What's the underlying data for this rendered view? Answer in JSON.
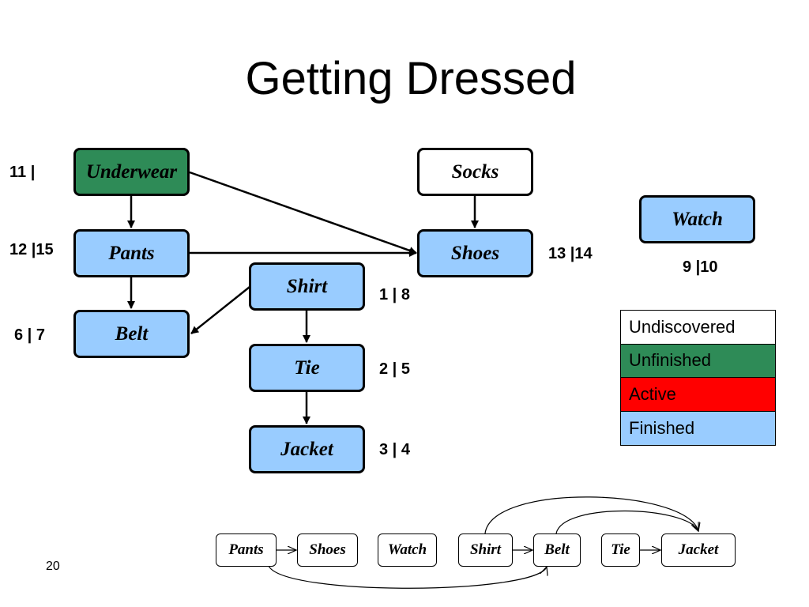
{
  "title": "Getting Dressed",
  "page_number": "20",
  "colors": {
    "undiscovered": "#ffffff",
    "unfinished": "#2e8b57",
    "active": "#ff0000",
    "finished": "#99ccff"
  },
  "nodes": {
    "underwear": {
      "label": "Underwear",
      "state": "unfinished",
      "time": "11 |"
    },
    "socks": {
      "label": "Socks",
      "state": "undiscovered",
      "time": ""
    },
    "watch": {
      "label": "Watch",
      "state": "finished",
      "time": "9 |10"
    },
    "pants": {
      "label": "Pants",
      "state": "finished",
      "time": "12 |15"
    },
    "shoes": {
      "label": "Shoes",
      "state": "finished",
      "time": "13 |14"
    },
    "shirt": {
      "label": "Shirt",
      "state": "finished",
      "time": "1 | 8"
    },
    "belt": {
      "label": "Belt",
      "state": "finished",
      "time": "6 | 7"
    },
    "tie": {
      "label": "Tie",
      "state": "finished",
      "time": "2 | 5"
    },
    "jacket": {
      "label": "Jacket",
      "state": "finished",
      "time": "3 | 4"
    }
  },
  "edges": [
    [
      "underwear",
      "pants"
    ],
    [
      "underwear",
      "shoes"
    ],
    [
      "socks",
      "shoes"
    ],
    [
      "pants",
      "shoes"
    ],
    [
      "pants",
      "belt"
    ],
    [
      "shirt",
      "belt"
    ],
    [
      "shirt",
      "tie"
    ],
    [
      "tie",
      "jacket"
    ]
  ],
  "legend": [
    {
      "label": "Undiscovered",
      "state": "undiscovered"
    },
    {
      "label": "Unfinished",
      "state": "unfinished"
    },
    {
      "label": "Active",
      "state": "active"
    },
    {
      "label": "Finished",
      "state": "finished"
    }
  ],
  "sorted_list": [
    "Pants",
    "Shoes",
    "Watch",
    "Shirt",
    "Belt",
    "Tie",
    "Jacket"
  ]
}
